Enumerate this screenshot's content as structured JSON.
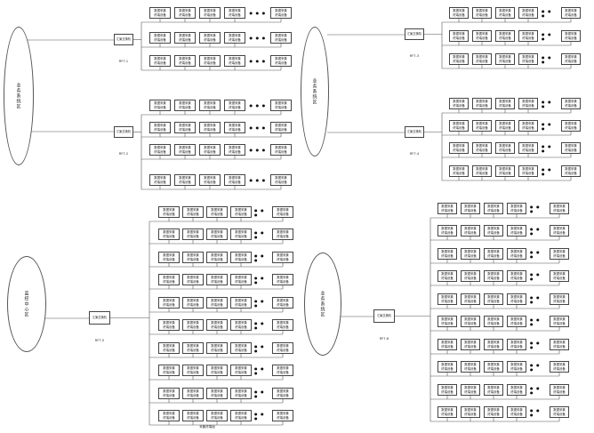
{
  "dots": "● ● ●",
  "box": {
    "line1": "数据采集",
    "line2": "终端设备"
  },
  "quadrants": [
    {
      "id": "tl",
      "cloud": "业务系统区",
      "hubs": [
        {
          "label": "汇聚交换机",
          "caption": "RF7-1",
          "rows": 3
        },
        {
          "label": "汇聚交换机",
          "caption": "RF7-2",
          "rows": 4
        }
      ]
    },
    {
      "id": "tr",
      "cloud": "业务系统区",
      "hubs": [
        {
          "label": "汇聚交换机",
          "caption": "RF7-3",
          "rows": 3
        },
        {
          "label": "汇聚交换机",
          "caption": "RF7-4",
          "rows": 4
        }
      ]
    },
    {
      "id": "bl",
      "cloud": "监控中心区",
      "hubs": [
        {
          "label": "汇聚交换机",
          "caption": "RF7-5",
          "rows": 10
        }
      ],
      "footer": "采集终端组"
    },
    {
      "id": "br",
      "cloud": "业务系统区",
      "hubs": [
        {
          "label": "汇聚交换机",
          "caption": "RF7-6",
          "rows": 10
        }
      ]
    }
  ]
}
